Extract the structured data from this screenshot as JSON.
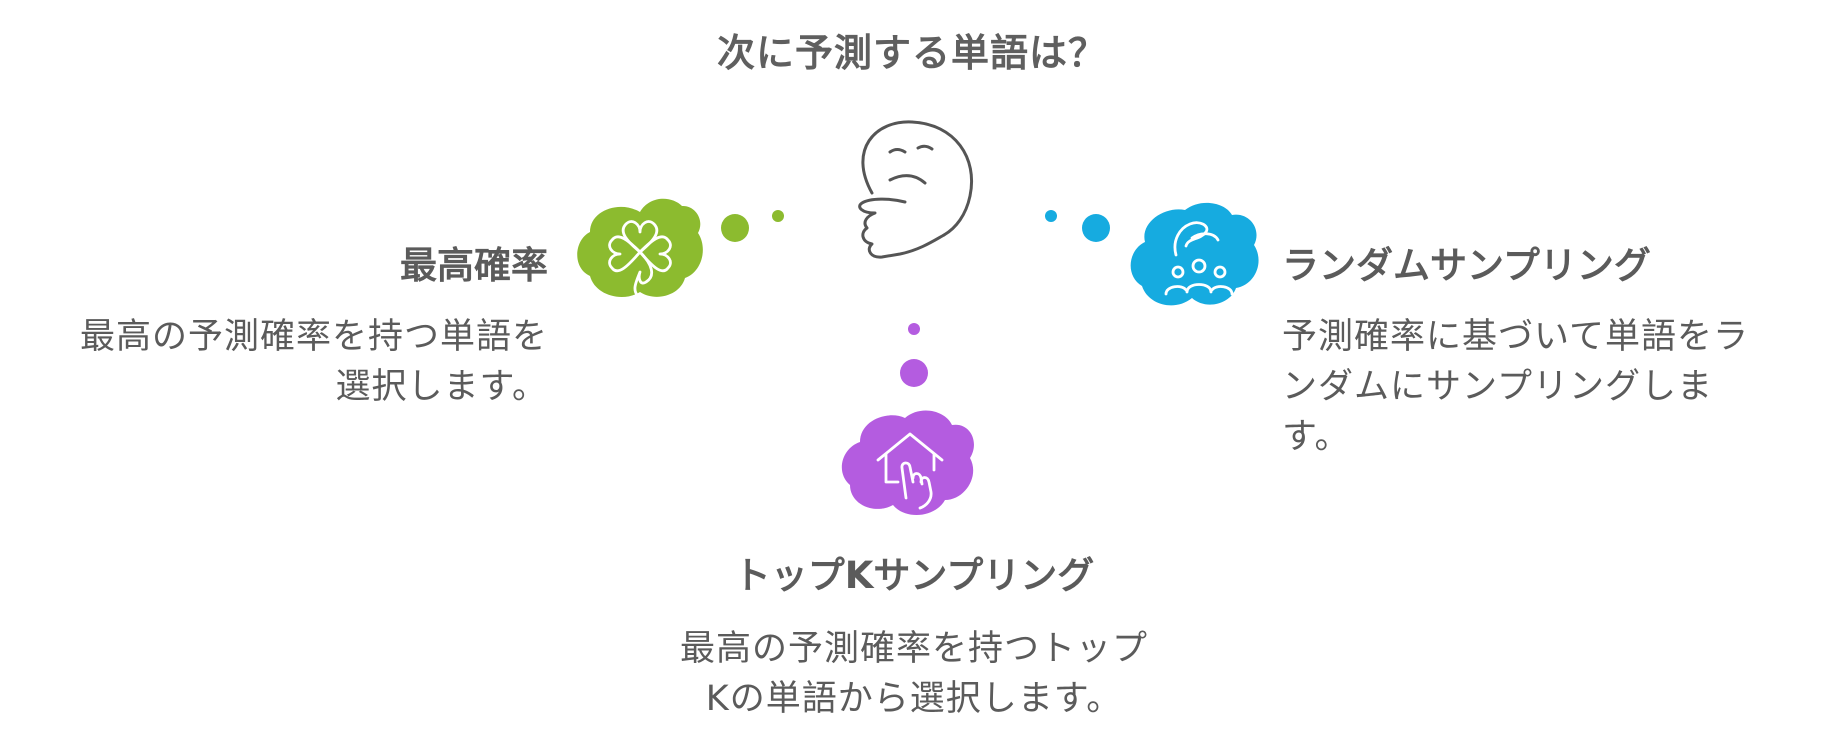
{
  "title": "次に予測する単語は？",
  "colors": {
    "green": "#8cbb2f",
    "blue": "#16abe0",
    "purple": "#b45ce0",
    "outline": "#555555",
    "text": "#5b5b5b"
  },
  "center": {
    "icon": "thinking-face-icon"
  },
  "options": [
    {
      "id": "highest",
      "heading": "最高確率",
      "desc_lines": [
        "最高の予測確率を持つ単語を",
        "選択します。"
      ],
      "icon": "clover-icon",
      "color": "#8cbb2f"
    },
    {
      "id": "random",
      "heading": "ランダムサンプリング",
      "desc_lines": [
        "予測確率に基づいて単語をラ",
        "ンダムにサンプリングしま",
        "す。"
      ],
      "icon": "hand-people-icon",
      "color": "#16abe0"
    },
    {
      "id": "topk",
      "heading": "トップKサンプリング",
      "desc_lines": [
        "最高の予測確率を持つトップ",
        "Kの単語から選択します。"
      ],
      "icon": "house-hand-icon",
      "color": "#b45ce0"
    }
  ]
}
